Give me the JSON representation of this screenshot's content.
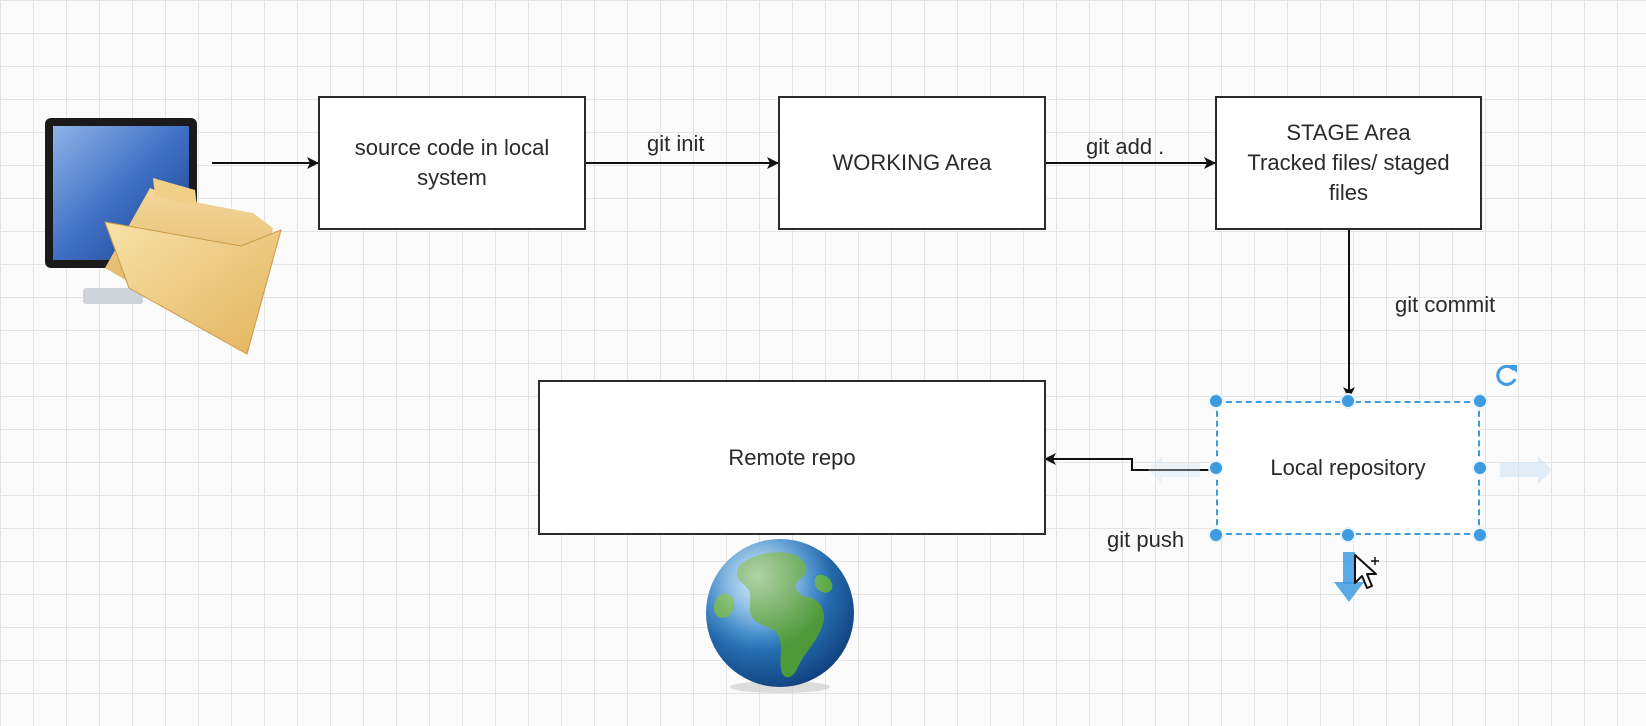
{
  "diagram": {
    "nodes": {
      "source": {
        "lines": [
          "source code in local",
          "system"
        ]
      },
      "working": {
        "lines": [
          "WORKING Area"
        ]
      },
      "stage": {
        "lines": [
          "STAGE Area",
          "Tracked files/ staged",
          "files"
        ]
      },
      "local_repo": {
        "lines": [
          "Local repository"
        ],
        "selected": true
      },
      "remote_repo": {
        "lines": [
          "Remote repo"
        ]
      }
    },
    "edges": {
      "init": "git init",
      "add": "git add .",
      "commit": "git commit",
      "push": "git push"
    }
  },
  "icons": {
    "computer": "computer-with-folder-icon",
    "globe": "globe-icon",
    "rotate": "rotate-icon",
    "cursor": "move-cursor-icon",
    "drag_arrow": "drag-arrow-icon"
  },
  "colors": {
    "selection": "#3d9be0",
    "box_border": "#2b2b2b",
    "grid": "#e4e4e4"
  }
}
